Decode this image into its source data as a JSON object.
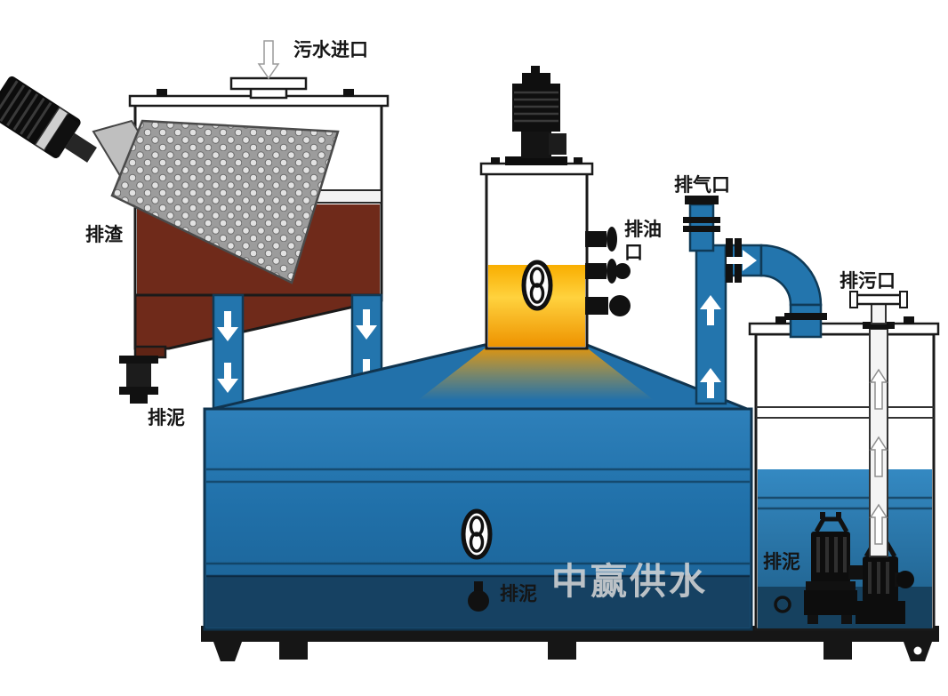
{
  "labels": {
    "sewage_inlet": "污水进口",
    "slag_discharge": "排渣",
    "sludge_left": "排泥",
    "oil_port": "排油口",
    "exhaust_port": "排气口",
    "sewage_outlet": "排污口",
    "sludge_center": "排泥",
    "sludge_right": "排泥"
  },
  "watermark": "中赢供水",
  "colors": {
    "water_blue": "#2070a9",
    "deep_blue": "#1b5f91",
    "sludge_brown": "#6f2a1a",
    "oil_orange": "#f9ae00",
    "oil_yellow": "#ffd23e",
    "screen_gray": "#9c9c9c",
    "machine_black": "#111111",
    "watermark_gray": "#d7d7d7"
  }
}
